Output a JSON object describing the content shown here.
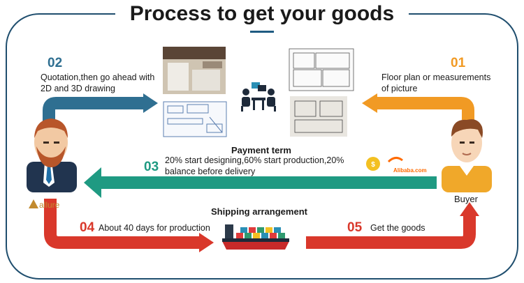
{
  "title": "Process to get your goods",
  "steps": [
    {
      "num": "01",
      "text": "Floor plan or measurements of picture",
      "color": "#f19a24"
    },
    {
      "num": "02",
      "text": "Quotation,then go ahead with 2D and 3D drawing",
      "color": "#2f6f91"
    },
    {
      "num": "03",
      "text": "20% start designing,60% start production,20% balance before delivery",
      "color": "#1f9a82"
    },
    {
      "num": "04",
      "text": "About 40 days for production",
      "color": "#d9382b"
    },
    {
      "num": "05",
      "text": "Get the goods",
      "color": "#d9382b"
    }
  ],
  "payment_title": "Payment term",
  "shipping_title": "Shipping arrangement",
  "buyer_label": "Buyer",
  "brand_logo_text": "allure",
  "alibaba_text": "Alibaba.com",
  "colors": {
    "frame": "#1f4e6e",
    "orange": "#f19a24",
    "blue": "#2f6f91",
    "teal": "#1f9a82",
    "red": "#d9382b"
  }
}
